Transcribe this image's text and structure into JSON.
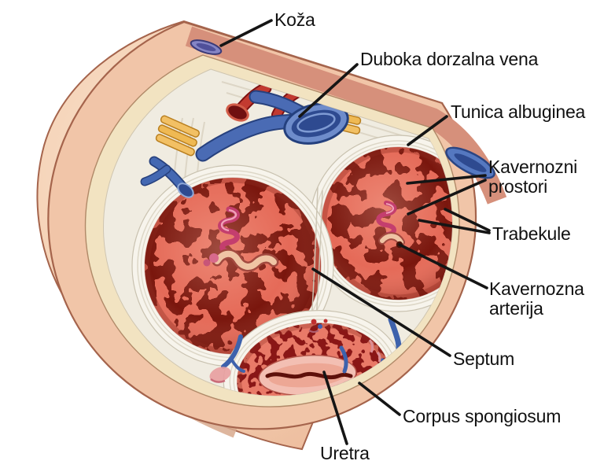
{
  "figure": {
    "type": "anatomical-diagram",
    "subject": "cross-section of penis (oblique cut view)",
    "background": "#FFFFFF"
  },
  "labels": {
    "koza": "Koža",
    "duboka_dorzalna_vena": "Duboka dorzalna vena",
    "tunica_albuginea": "Tunica albuginea",
    "kavernozni_prostori": "Kavernozni\nprostori",
    "trabekule": "Trabekule",
    "kavernozna_arterija": "Kavernozna\narterija",
    "septum": "Septum",
    "corpus_spongiosum": "Corpus spongiosum",
    "uretra": "Uretra"
  },
  "colors": {
    "skin": "#F1C5A8",
    "skin_highlight": "#FAE3CE",
    "dermis_band": "#D6907B",
    "fascia_cream": "#F2E3C1",
    "interior_ivory": "#F0ECE1",
    "tunica_white": "#F7F4EC",
    "cavernous_tissue": "#E56A59",
    "cavernous_spaces": "#7A130E",
    "spongiosum_tissue": "#E97A67",
    "urethra_pink": "#F3BFB3",
    "vein_blue": "#4A6BB4",
    "vein_dark": "#27417E",
    "artery_red": "#C23A30",
    "nerve_yellow": "#F2C064",
    "coil_pink": "#C43E6E",
    "label_text": "#111111",
    "leader_line": "#151515"
  }
}
